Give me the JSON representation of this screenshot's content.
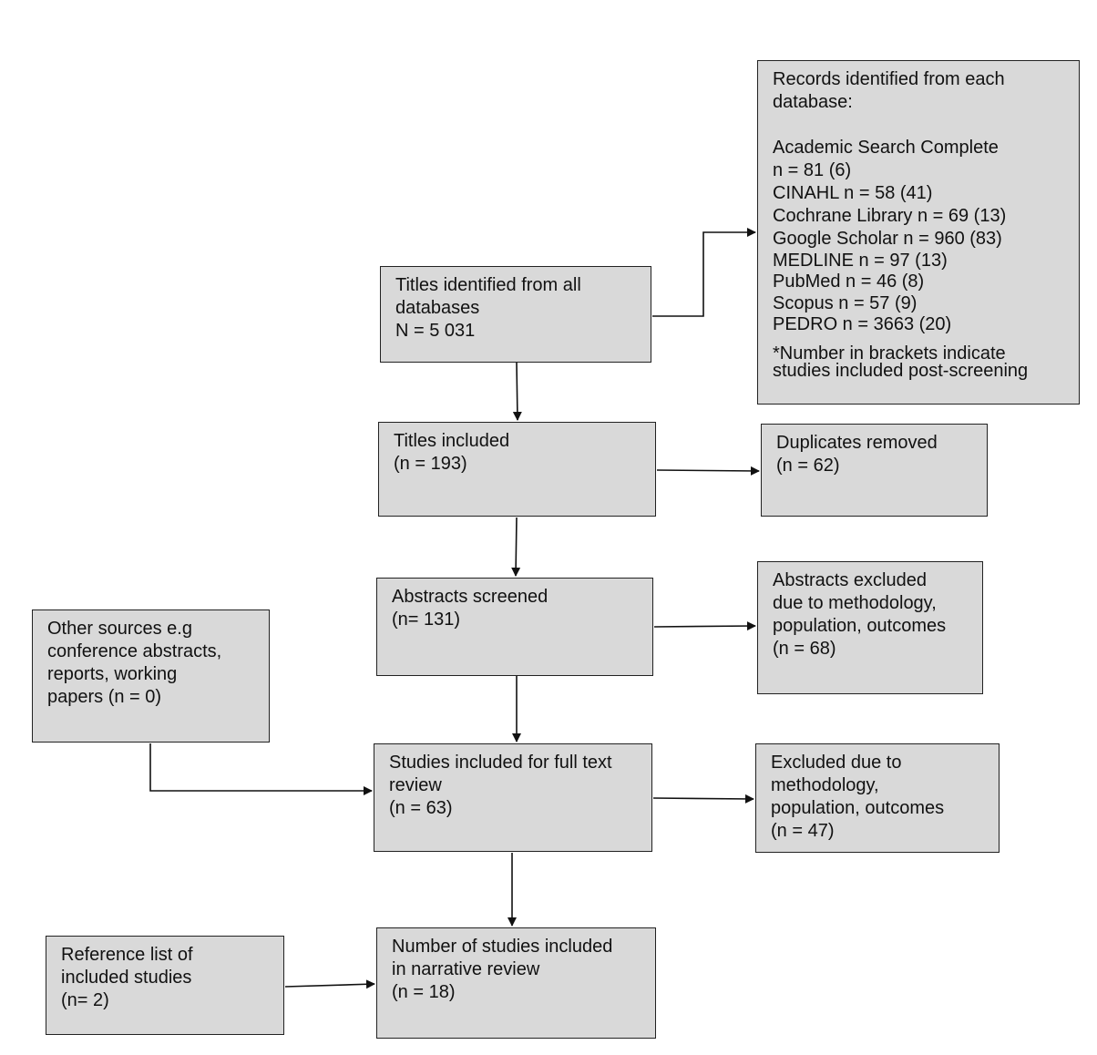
{
  "boxes": {
    "records_by_database": {
      "heading": [
        "Records identified from each",
        "database:"
      ],
      "databases": [
        [
          "Academic Search Complete",
          "n = 81 (6)"
        ],
        [
          "CINAHL n = 58 (41)"
        ],
        [
          "Cochrane Library n = 69 (13)"
        ],
        [
          "Google Scholar n = 960 (83)"
        ],
        [
          "MEDLINE n = 97 (13)"
        ],
        [
          "PubMed n = 46 (8)"
        ],
        [
          "Scopus n = 57 (9)"
        ],
        [
          "PEDRO n = 3663 (20)"
        ]
      ],
      "note": [
        "*Number in brackets indicate",
        "studies included post-screening"
      ]
    },
    "titles_identified": [
      "Titles identified from all",
      "databases",
      "N = 5 031"
    ],
    "titles_included": [
      "Titles included",
      "(n = 193)"
    ],
    "duplicates_removed": [
      "Duplicates removed",
      "(n = 62)"
    ],
    "abstracts_screened": [
      "Abstracts screened",
      "(n= 131)"
    ],
    "abstracts_excluded": [
      "Abstracts excluded",
      "due to methodology,",
      "population, outcomes",
      "(n = 68)"
    ],
    "other_sources": [
      "Other sources e.g",
      "conference abstracts,",
      "reports, working",
      "papers (n = 0)"
    ],
    "full_text_review": [
      "Studies included for full text",
      "review",
      "(n = 63)"
    ],
    "fulltext_excluded": [
      "Excluded due to",
      "methodology,",
      "population, outcomes",
      "(n = 47)"
    ],
    "reference_list": [
      "Reference list of",
      "included studies",
      "(n= 2)"
    ],
    "narrative_review": [
      "Number of studies included",
      "in narrative review",
      "(n = 18)"
    ]
  },
  "colors": {
    "box_fill": "#d9d9d9",
    "border": "#222222",
    "arrow": "#111111",
    "text": "#111111"
  }
}
